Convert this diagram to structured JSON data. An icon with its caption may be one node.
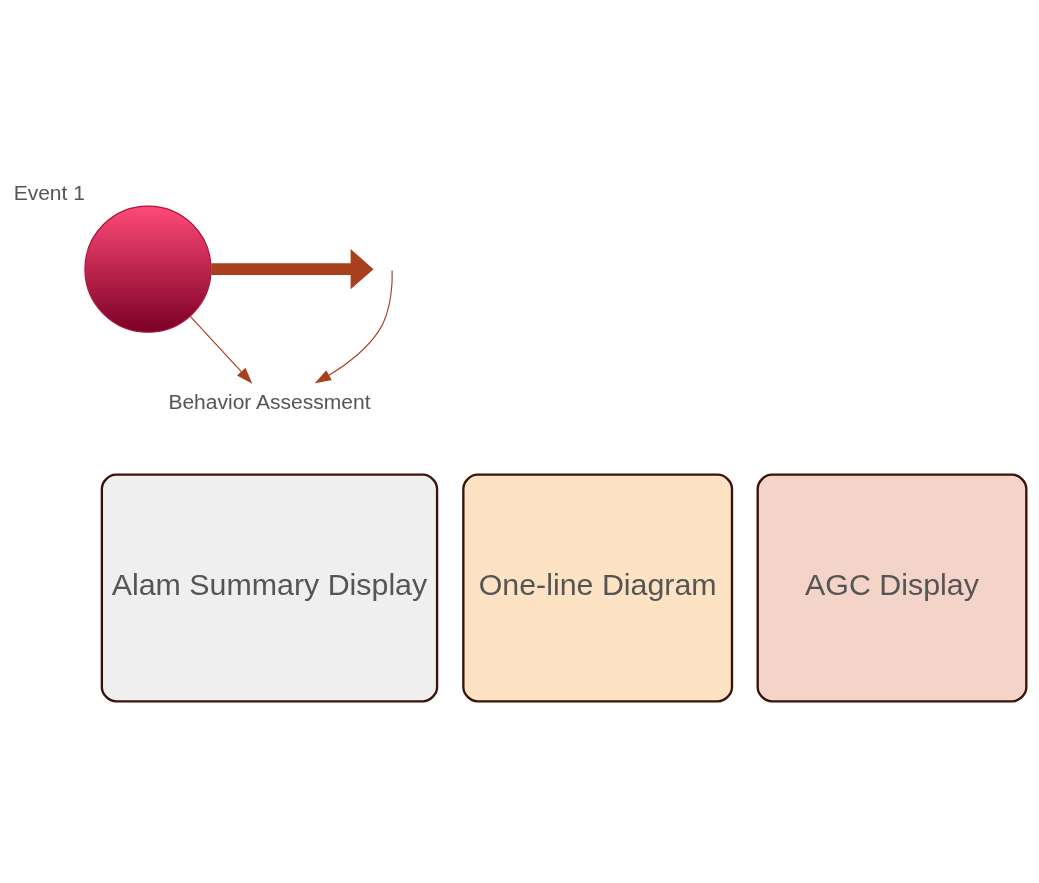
{
  "diagram": {
    "nodes": [
      {
        "text": [
          "Event 1"
        ]
      },
      {
        "text": [
          "Behavior Assessment"
        ]
      },
      {
        "text": [
          "Alam Summary Display"
        ]
      },
      {
        "text": [
          "One-line Diagram"
        ]
      },
      {
        "text": [
          "AGC Display"
        ]
      }
    ],
    "edges": [
      {
        "from": 0,
        "to": null,
        "arrow": "to",
        "style": "thick"
      },
      {
        "from": 0,
        "to": 1,
        "arrow": "to"
      },
      {
        "from": null,
        "to": 1,
        "arrow": "to"
      }
    ]
  }
}
